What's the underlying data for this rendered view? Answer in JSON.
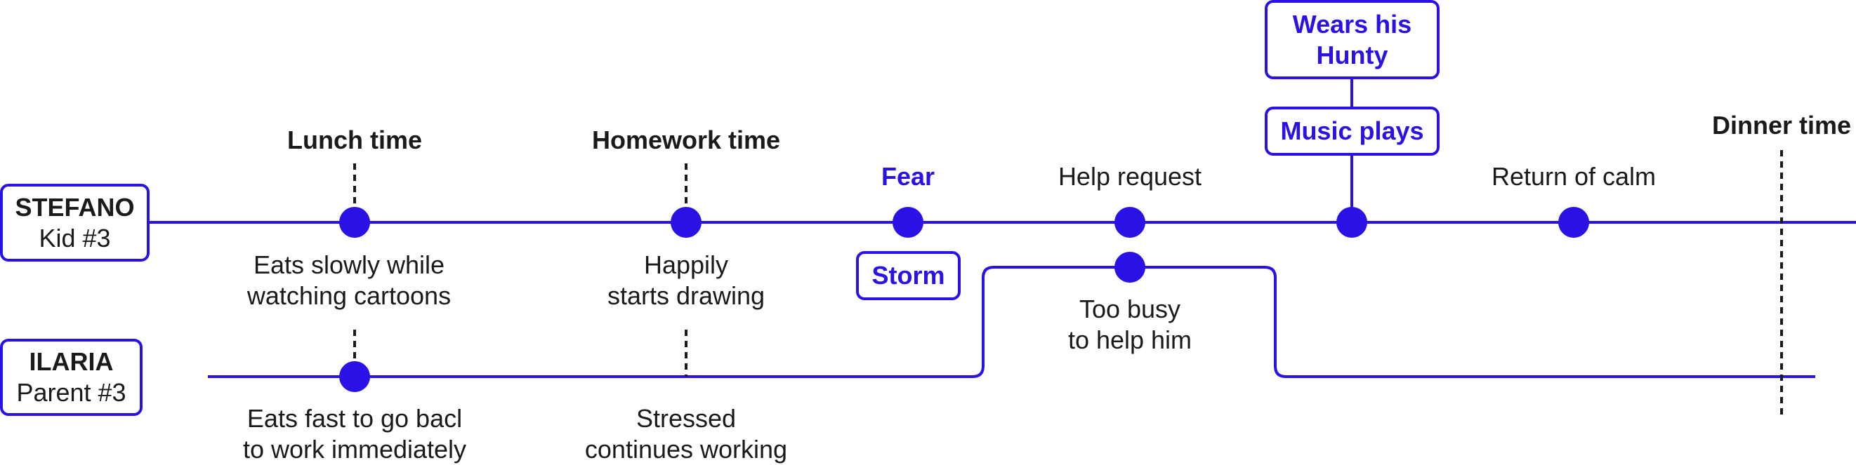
{
  "colors": {
    "accent": "#2a12e6",
    "text": "#1a1a1a",
    "background": "#ffffff"
  },
  "actors": [
    {
      "name": "STEFANO",
      "role": "Kid #3"
    },
    {
      "name": "ILARIA",
      "role": "Parent #3"
    }
  ],
  "phases": {
    "lunch": "Lunch time",
    "homework": "Homework time",
    "dinner": "Dinner time"
  },
  "stefano_events": {
    "fear": "Fear",
    "help_request": "Help request",
    "return_of_calm": "Return of calm",
    "storm": "Storm",
    "music_plays": "Music plays",
    "wears_hunty": "Wears his Hunty",
    "lunch_line1": "Eats slowly while",
    "lunch_line2": "watching cartoons",
    "homework_line1": "Happily",
    "homework_line2": "starts drawing"
  },
  "ilaria_events": {
    "busy_line1": "Too busy",
    "busy_line2": "to help him",
    "lunch_line1": "Eats fast to go bacl",
    "lunch_line2": "to work immediately",
    "homework_line1": "Stressed",
    "homework_line2": "continues working"
  }
}
